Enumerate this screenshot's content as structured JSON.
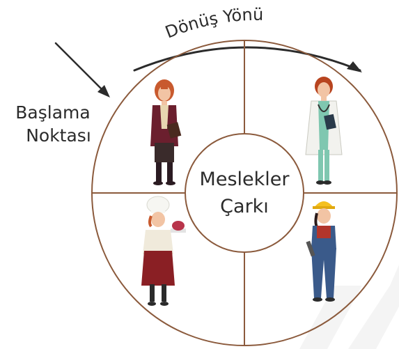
{
  "diagram": {
    "rotation_direction_label": "Dönüş Yönü",
    "start_point_label_line1": "Başlama",
    "start_point_label_line2": "Noktası",
    "center_label_line1": "Meslekler",
    "center_label_line2": "Çarkı"
  },
  "sectors": [
    {
      "name": "teacher",
      "icon": "teacher-woman-icon"
    },
    {
      "name": "doctor",
      "icon": "doctor-woman-icon"
    },
    {
      "name": "chef",
      "icon": "chef-woman-icon"
    },
    {
      "name": "construction-worker",
      "icon": "construction-worker-woman-icon"
    }
  ],
  "colors": {
    "wheel_stroke": "#8b5a3c",
    "arrow": "#2b2b2b",
    "watermark": "#f4f4f4"
  }
}
